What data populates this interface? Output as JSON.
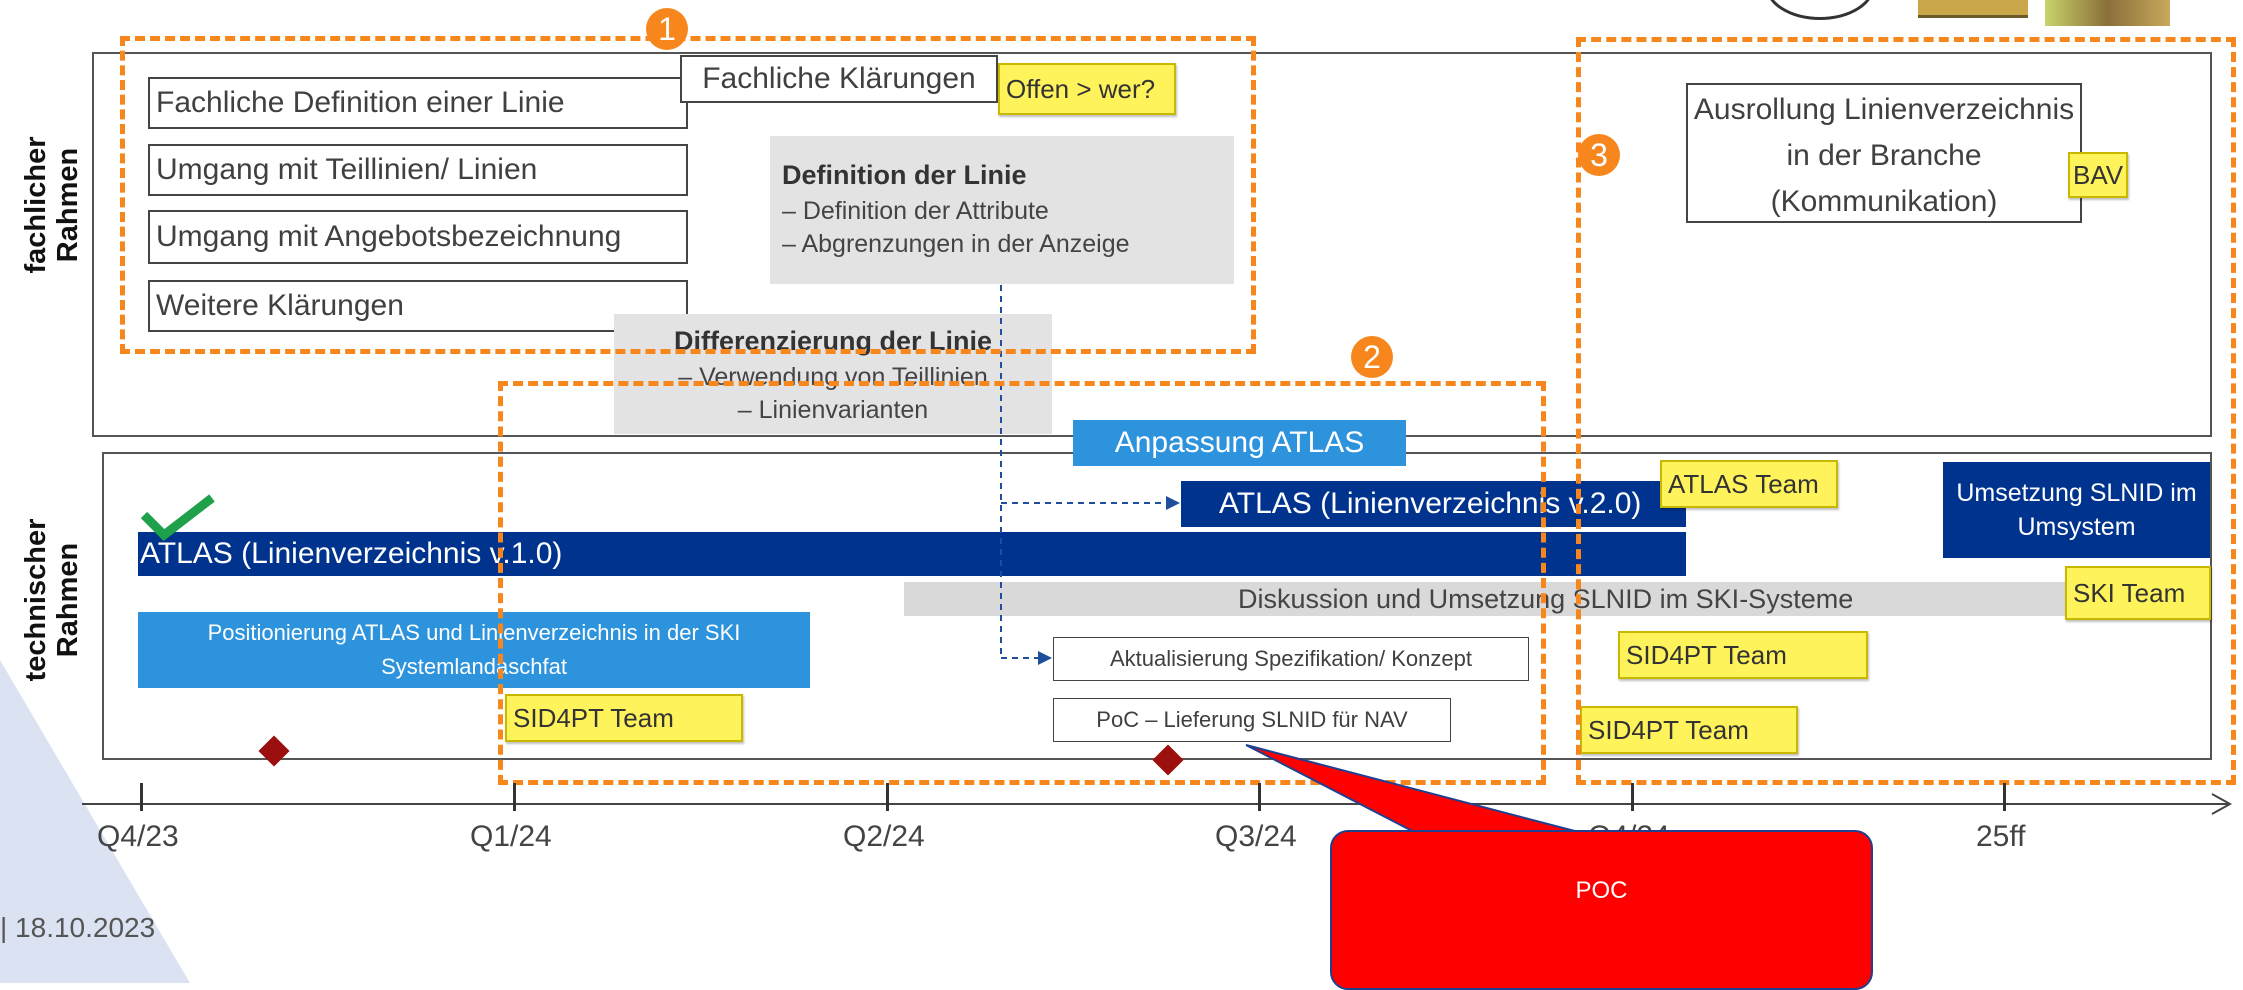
{
  "row_labels": {
    "fachlich": "fachlicher Rahmen",
    "technisch": "technischer Rahmen"
  },
  "markers": {
    "one": "1",
    "two": "2",
    "three": "3"
  },
  "fachlich_boxes": [
    "Fachliche Definition einer Linie",
    "Umgang mit Teillinien/ Linien",
    "Umgang mit Angebotsbezeichnung",
    "Weitere Klärungen"
  ],
  "klaerungen": {
    "title": "Fachliche Klärungen",
    "sticky": "Offen > wer?"
  },
  "definition": {
    "title": "Definition der Linie",
    "items": [
      "–  Definition der Attribute",
      "–  Abgrenzungen in der Anzeige"
    ]
  },
  "differenzierung": {
    "title": "Differenzierung der Linie",
    "items": [
      "–  Verwendung von Teillinien",
      "–  Linienvarianten"
    ]
  },
  "ausrollung": {
    "lines": [
      "Ausrollung Linienverzeichnis",
      "in der Branche",
      "(Kommunikation)"
    ],
    "sticky": "BAV"
  },
  "tech": {
    "anpassung": "Anpassung ATLAS",
    "atlas_v2": "ATLAS (Linienverzeichnis v.2.0)",
    "atlas_team": "ATLAS Team",
    "atlas_v1": "ATLAS (Linienverzeichnis v.1.0)",
    "umsetzung_line1": "Umsetzung SLNID im",
    "umsetzung_line2": "Umsystem",
    "diskussion": "Diskussion und Umsetzung SLNID im SKI-Systeme",
    "ski_team": "SKI Team",
    "positionierung": "Positionierung ATLAS und Linienverzeichnis in der SKI Systemlandaschfat",
    "aktualisierung": "Aktualisierung Spezifikation/ Konzept",
    "poc_lieferung": "PoC – Lieferung SLNID für NAV",
    "sid4pt_1": "SID4PT Team",
    "sid4pt_2": "SID4PT Team",
    "sid4pt_3": "SID4PT Team"
  },
  "timeline": [
    "Q4/23",
    "Q1/24",
    "Q2/24",
    "Q3/24",
    "Q4/24",
    "25ff"
  ],
  "callout": "POC",
  "footer_date": "| 18.10.2023",
  "colors": {
    "orange": "#f7871d",
    "dark_blue": "#00338d",
    "light_blue": "#1e8fd8",
    "sticky_yellow": "#fff35c",
    "callout_red": "#ff0000"
  }
}
